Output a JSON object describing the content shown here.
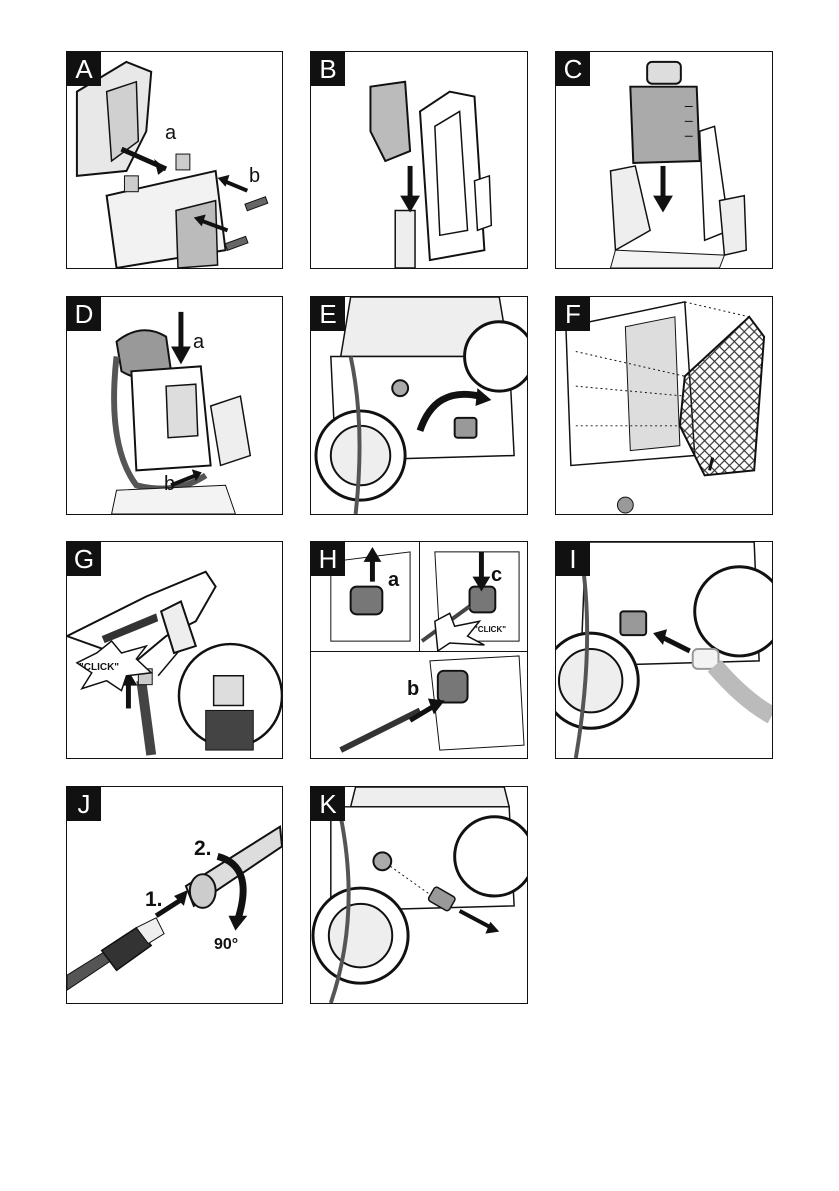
{
  "panels": {
    "A": {
      "label": "A",
      "callouts": [
        "a",
        "b"
      ]
    },
    "B": {
      "label": "B"
    },
    "C": {
      "label": "C"
    },
    "D": {
      "label": "D",
      "callouts": [
        "a",
        "b"
      ]
    },
    "E": {
      "label": "E"
    },
    "F": {
      "label": "F"
    },
    "G": {
      "label": "G",
      "click": "\"CLICK\""
    },
    "H": {
      "label": "H",
      "callouts": [
        "a",
        "c",
        "b"
      ],
      "click": "\"CLICK\""
    },
    "I": {
      "label": "I"
    },
    "J": {
      "label": "J",
      "steps": [
        "1.",
        "2."
      ],
      "angle": "90°"
    },
    "K": {
      "label": "K"
    }
  }
}
